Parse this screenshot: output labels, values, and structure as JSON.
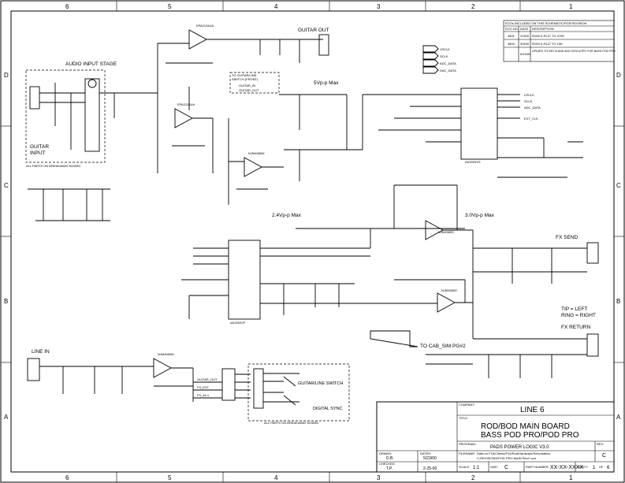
{
  "border": {
    "columns": [
      "6",
      "5",
      "4",
      "3",
      "2",
      "1"
    ],
    "rows": [
      "D",
      "C",
      "B",
      "A"
    ]
  },
  "labels": {
    "audio_input_stage": "AUDIO INPUT STAGE",
    "guitar_input": "GUITAR\nINPUT",
    "breakaway_top": "ALL PARTS ON BREAKAWAY BOARD",
    "guitar_out": "GUITAR OUT",
    "to_switch": "TO GUITAR/LINE\nSWITCH (FRONT)",
    "vpp5": "5Vp-p Max",
    "vpp24": "2.4Vp-p Max",
    "vpp30": "3.0Vp-p Max",
    "fx_send": "FX SEND",
    "fx_return": "FX RETURN",
    "tip_ring": "TIP = LEFT\nRING = RIGHT",
    "to_cab_sim": "TO CAB_SIM PG#2",
    "line_in": "LINE IN",
    "guitar_line_switch": "GUITAR/LINE SWITCH",
    "digital_sync": "DIGITAL SYNC",
    "breakaway_bottom": "ALL PARTS ON BREAKAWAY BOARD",
    "sig_guitar_in": "GUITAR_IN",
    "sig_guitar_out": "GUITAR_OUT",
    "sig_fs_ext": "FS_EXT",
    "sig_fs_44": "FS_44.1",
    "sig_lrclk": "LRCLK",
    "sig_sclk": "SCLK",
    "sig_adc_data": "ADC_DATA",
    "sig_dac_data": "DAC_DATA",
    "sig_ext_clk": "EXT_CLK",
    "ic_u7": "EPA2134UA",
    "ic_u9": "NJM4580M",
    "ic_u3": "AK5393VS",
    "ic_u4": "AK4393VF",
    "ic_u1": "NJM4580D",
    "ic_u11": "NJM4580M"
  },
  "revision_table": {
    "title": "ECOs INCLUDED ON THIS SCHEMATIC/PCB REVISION",
    "headers": [
      "ECO NO.",
      "DATE",
      "DESCRIPTION:"
    ],
    "rows": [
      [
        "4801",
        "2/9/00",
        "R108 & R127 TO 470K"
      ],
      [
        "4804",
        "3/9/00",
        "R109 & R127 TO 15K"
      ],
      [
        "",
        "5/23/00",
        "UPDATE TO REV B AND ADD CIRCUITRY FOR BASS POD PRO"
      ]
    ]
  },
  "title_block": {
    "company_label": "COMPANY:",
    "company": "LINE 6",
    "title_label": "TITLE:",
    "title_line1": "ROD/BOD MAIN BOARD",
    "title_line2": "BASS POD PRO/POD PRO",
    "program_label": "PROGRAM:",
    "program": "PADS POWER LOGIC V3.0",
    "rev_label": "REV:",
    "rev": "C",
    "filename_label": "FILENAME:",
    "filename": "Data on F16/Clients/P16/Rod/Hardware/Schematics/\nC-REVISIONS/POD PRO MAIN RevC.sch",
    "drawn_label": "DRAWN:",
    "drawn": "D.B.",
    "checked_label": "CHECKED:",
    "checked": "T.P.",
    "dates_label": "DATES:",
    "date1": "5/23/00",
    "date2": "2-25-00",
    "scale_label": "SCALE:",
    "scale": "1:1",
    "size_label": "SIZE:",
    "size": "C",
    "part_label": "PART NUMBER:",
    "part_number": "XX-XX-XXXX",
    "sheet_label": "SHEET:",
    "sheet": "1",
    "sheet_of": "OF",
    "sheet_total": "6"
  }
}
